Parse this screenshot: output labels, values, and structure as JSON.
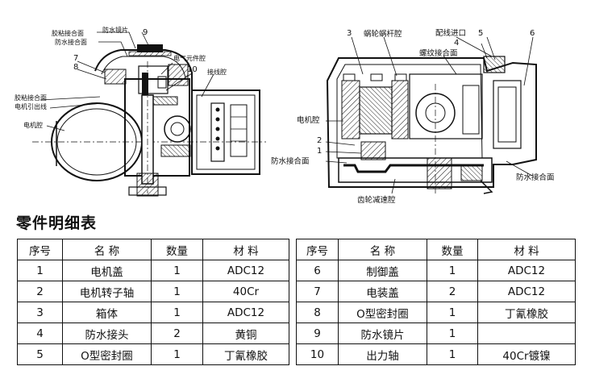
{
  "diagram_labels": {
    "left": {
      "adhesive_joint_top": "胶粘接合面",
      "waterproof_lens": "防水镜片",
      "waterproof_joint": "防水接合面",
      "num_9": "9",
      "num_7": "7",
      "num_8": "8",
      "num_10": "10",
      "electrical_cavity": "电气元件腔",
      "wiring_cavity": "接线腔",
      "adhesive_joint_left": "胶粘接合面",
      "motor_leadout": "电机引出线",
      "motor_cavity": "电机腔"
    },
    "right": {
      "num_3": "3",
      "worm_cavity": "蜗轮蜗杆腔",
      "wiring_inlet": "配线进口",
      "num_4": "4",
      "num_5": "5",
      "num_6": "6",
      "thread_joint": "螺纹接合面",
      "motor_cavity": "电机腔",
      "num_2": "2",
      "num_1": "1",
      "waterproof_joint_left": "防水接合面",
      "waterproof_joint_right": "防水接合面",
      "gear_reducer_cavity": "齿轮减速腔"
    }
  },
  "table": {
    "title": "零件明细表",
    "headers": [
      "序号",
      "名 称",
      "数量",
      "材 料"
    ],
    "left_rows": [
      [
        "1",
        "电机盖",
        "1",
        "ADC12"
      ],
      [
        "2",
        "电机转子轴",
        "1",
        "40Cr"
      ],
      [
        "3",
        "箱体",
        "1",
        "ADC12"
      ],
      [
        "4",
        "防水接头",
        "2",
        "黄铜"
      ],
      [
        "5",
        "O型密封圈",
        "1",
        "丁氰橡胶"
      ]
    ],
    "right_rows": [
      [
        "6",
        "制御盖",
        "1",
        "ADC12"
      ],
      [
        "7",
        "电装盖",
        "2",
        "ADC12"
      ],
      [
        "8",
        "O型密封圈",
        "1",
        "丁氰橡胶"
      ],
      [
        "9",
        "防水镜片",
        "1",
        ""
      ],
      [
        "10",
        "出力轴",
        "1",
        "40Cr镀镍"
      ]
    ]
  }
}
